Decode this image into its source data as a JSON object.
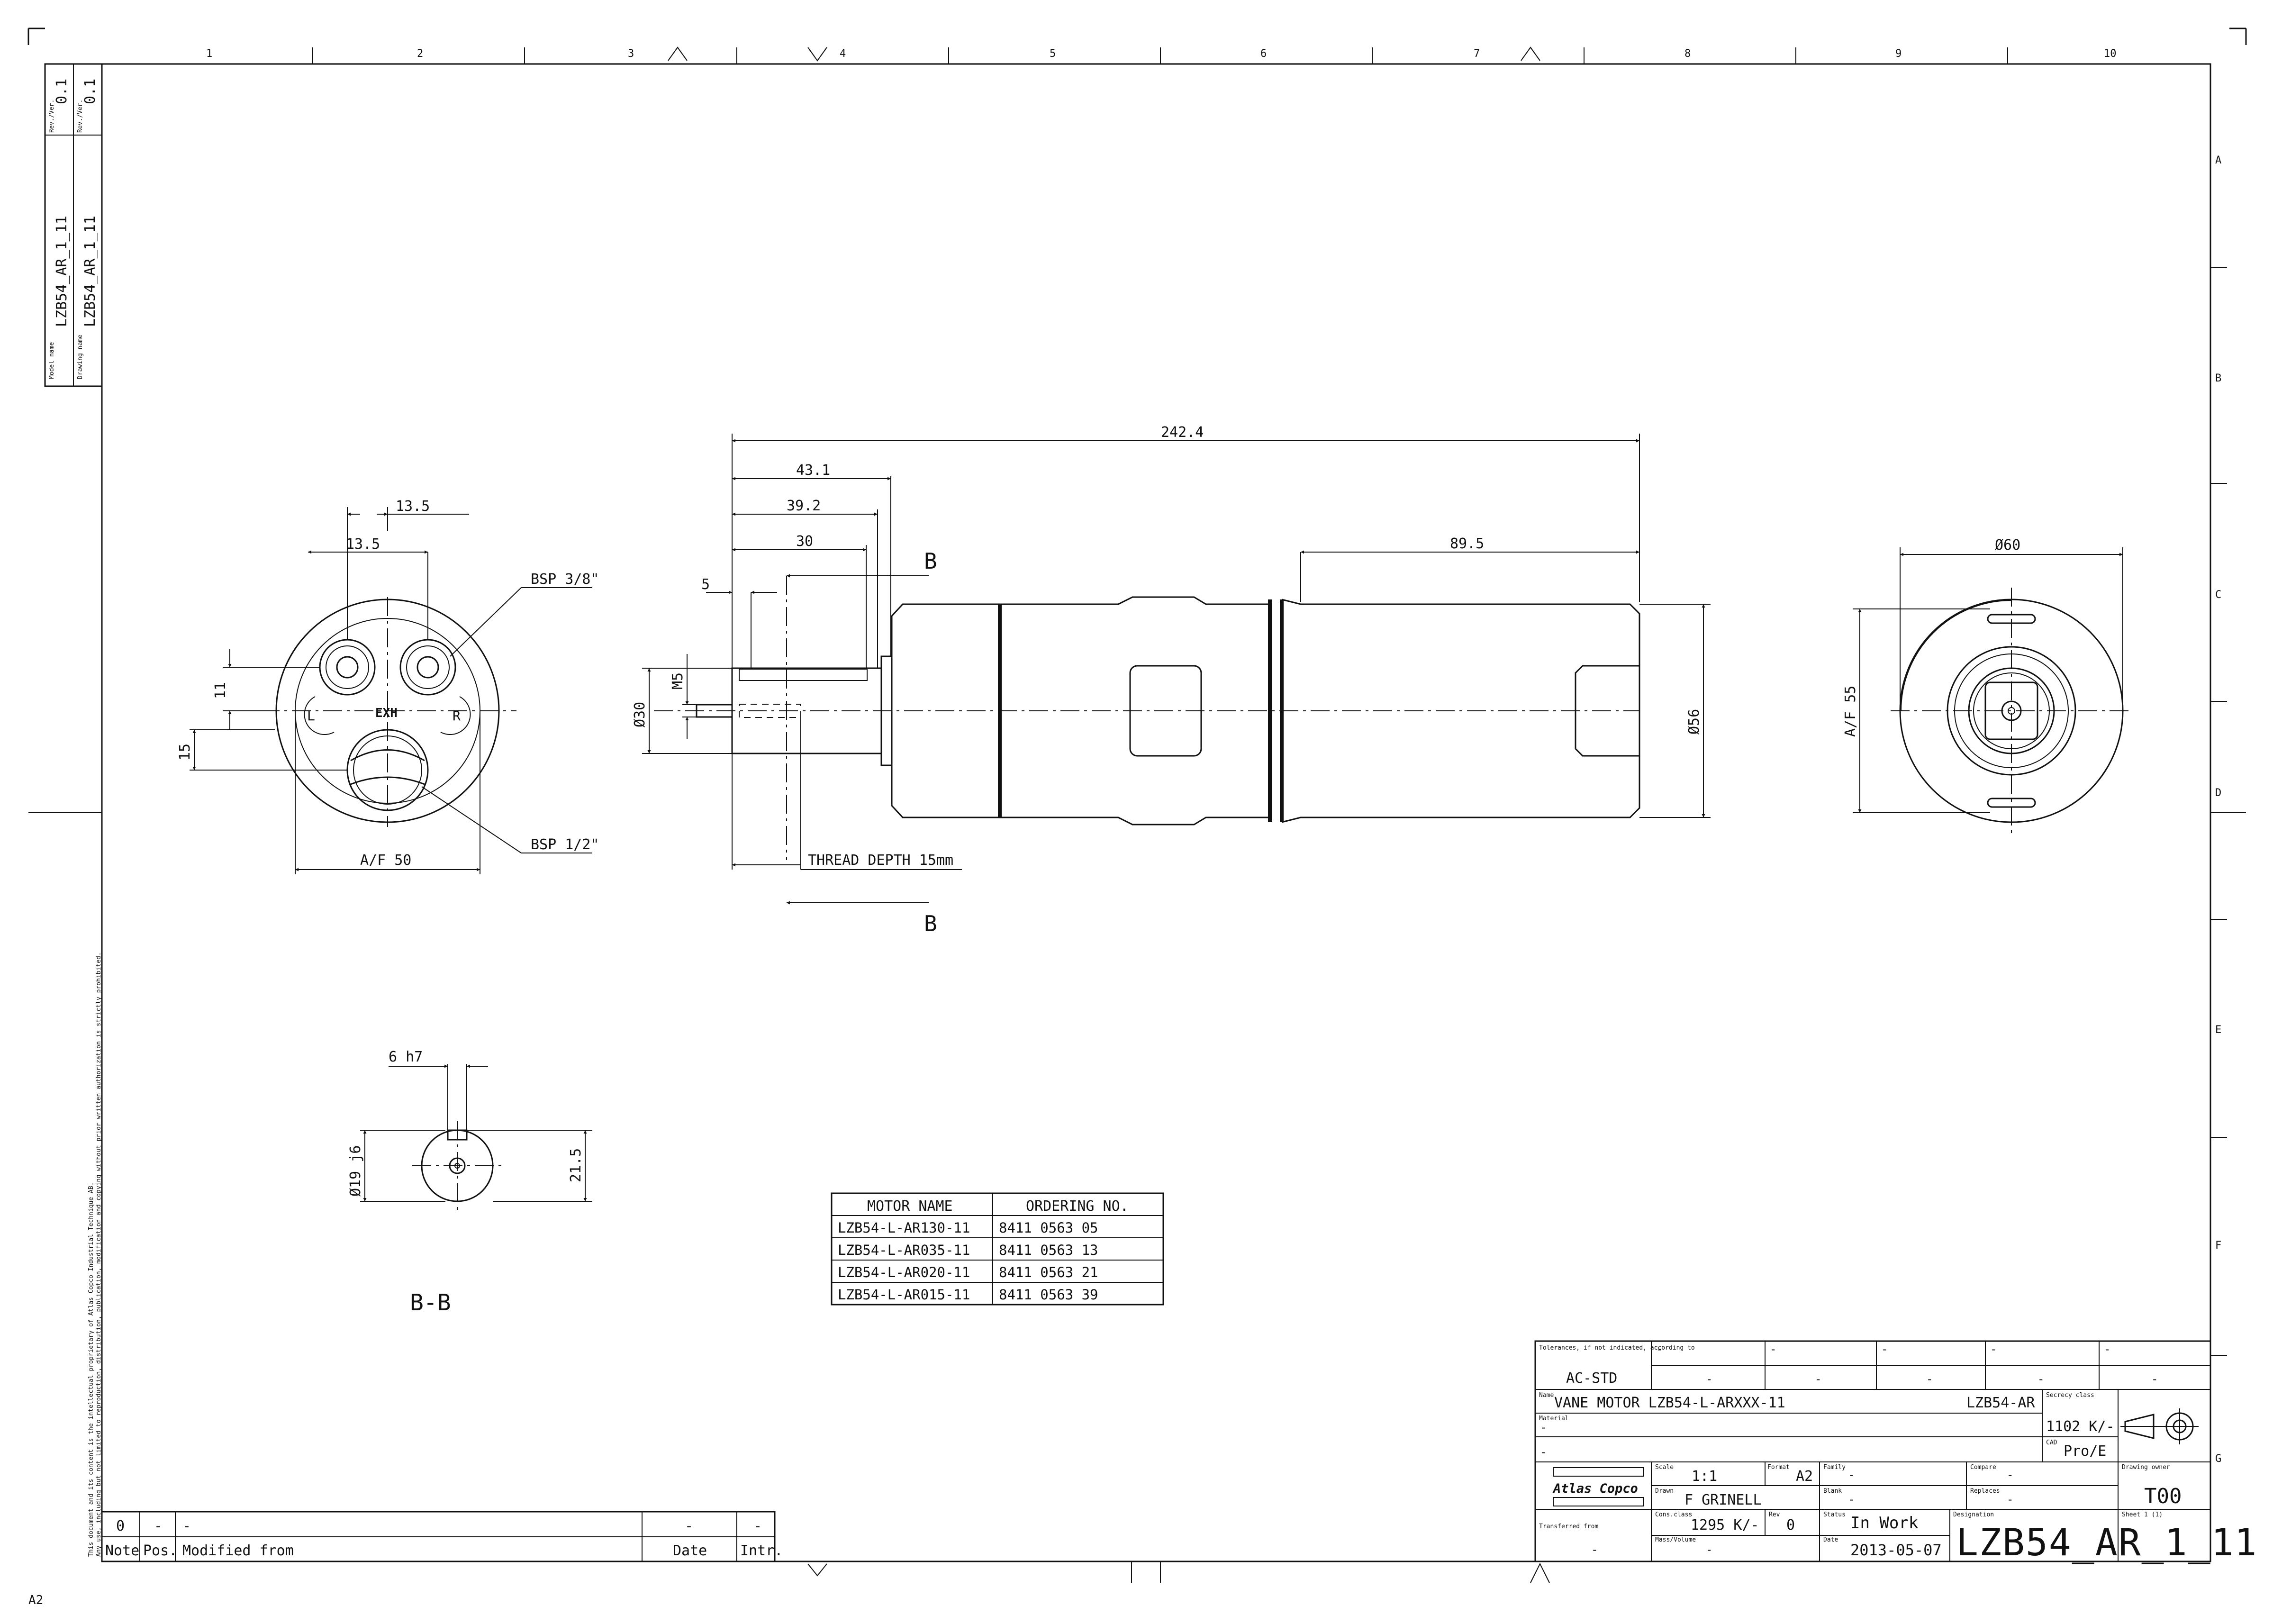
{
  "frame": {
    "zone_columns": [
      "1",
      "2",
      "3",
      "4",
      "5",
      "6",
      "7",
      "8",
      "9",
      "10"
    ],
    "zone_rows": [
      "A",
      "B",
      "C",
      "D",
      "E",
      "F",
      "G"
    ],
    "sheet_size_mark": "A2"
  },
  "id_box": {
    "model_name_label": "Model name",
    "model_name": "LZB54_AR_1_11",
    "drawing_name_label": "Drawing name",
    "drawing_name": "LZB54_AR_1_11",
    "rev_label": "Rev./Ver.",
    "rev_model": "0.1",
    "rev_drawing": "0.1"
  },
  "proprietary_notice": [
    "This document and its content is the intellectual proprietary of Atlas Copco Industrial Technique AB.",
    "Any use, including but not limited to reproduction, distribution, publication, modification and copying without prior written authorization is strictly prohibited."
  ],
  "end_view": {
    "dims": [
      "13.5",
      "13.5",
      "11",
      "15",
      "A/F 50"
    ],
    "callouts": [
      "BSP 3/8\"",
      "BSP 1/2\""
    ],
    "port_labels": [
      "L",
      "EXH",
      "R"
    ]
  },
  "side_view": {
    "dims": [
      "242.4",
      "43.1",
      "39.2",
      "30",
      "5",
      "89.5",
      "M5",
      "Ø30",
      "Ø56"
    ],
    "section_letter": "B",
    "thread_note": "THREAD DEPTH 15mm"
  },
  "right_view": {
    "dims": [
      "Ø60",
      "A/F 55"
    ]
  },
  "section_bb": {
    "dims": [
      "6 h7",
      "Ø19 j6",
      "21.5"
    ],
    "label": "B-B"
  },
  "motor_table": {
    "headers": [
      "MOTOR NAME",
      "ORDERING NO."
    ],
    "rows": [
      [
        "LZB54-L-AR130-11",
        "8411 0563 05"
      ],
      [
        "LZB54-L-AR035-11",
        "8411 0563 13"
      ],
      [
        "LZB54-L-AR020-11",
        "8411 0563 21"
      ],
      [
        "LZB54-L-AR015-11",
        "8411 0563 39"
      ]
    ]
  },
  "revision_table": {
    "row": [
      "0",
      "-",
      "-",
      "-",
      "-"
    ],
    "headers": [
      "Note",
      "Pos.",
      "Modified from",
      "Date",
      "Intr."
    ]
  },
  "title_block": {
    "tolerances_label": "Tolerances, if not indicated, according to",
    "tolerances_value": "AC-STD",
    "dash": "-",
    "name_label": "Name",
    "name_value": "VANE MOTOR LZB54-L-ARXXX-11",
    "short_name": "LZB54-AR",
    "secrecy_label": "Secrecy class",
    "secrecy_value": "1102 K/-",
    "material_label": "Material",
    "material_value": "-",
    "cad_label": "CAD",
    "cad_value": "Pro/E",
    "company_logo": "Atlas Copco",
    "scale_label": "Scale",
    "scale_value": "1:1",
    "format_label": "Format",
    "format_value": "A2",
    "family_label": "Family",
    "family_value": "-",
    "compare_label": "Compare",
    "compare_value": "-",
    "drawing_owner_label": "Drawing owner",
    "drawing_owner_value": "T00",
    "drawn_label": "Drawn",
    "drawn_value": "F GRINELL",
    "blank_label": "Blank",
    "blank_value": "-",
    "replaces_label": "Replaces",
    "replaces_value": "-",
    "cons_class_label": "Cons.class",
    "cons_class_value": "1295 K/-",
    "rev_label": "Rev",
    "rev_value": "0",
    "status_label": "Status",
    "status_value": "In Work",
    "designation_label": "Designation",
    "designation_value": "LZB54_AR_1_11",
    "sheet_label": "Sheet 1 (1)",
    "transferred_label": "Transferred from",
    "transferred_value": "-",
    "mass_label": "Mass/Volume",
    "mass_value": "-",
    "date_label": "Date",
    "date_value": "2013-05-07"
  }
}
